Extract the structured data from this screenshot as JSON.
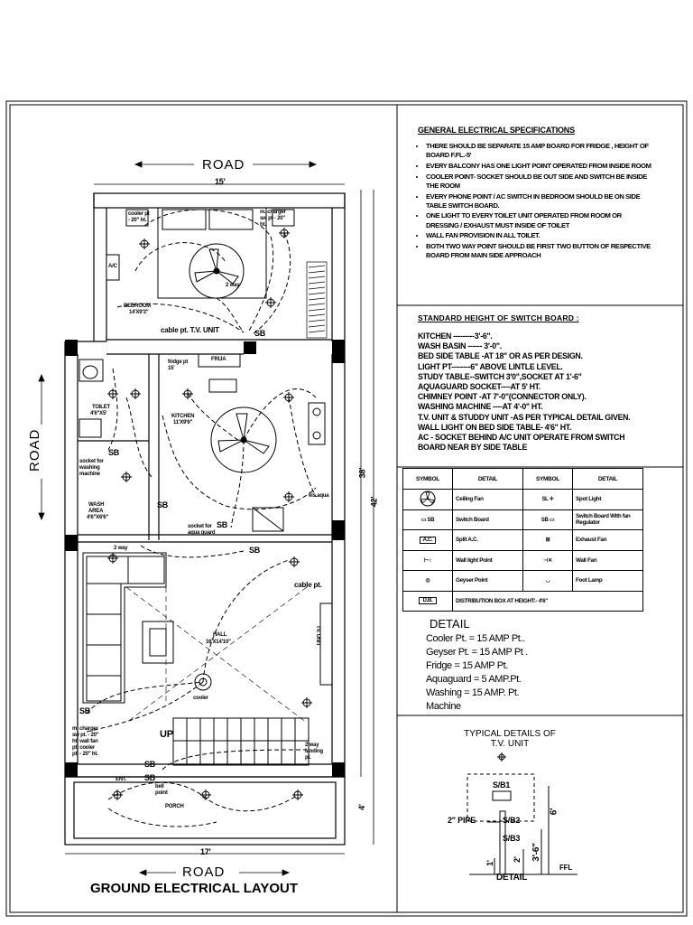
{
  "general_specs": {
    "title": "GENERAL ELECTRICAL  SPECIFICATIONS",
    "items": [
      "THERE SHOULD BE SEPARATE 15 AMP BOARD FOR FRIDGE , HEIGHT OF BOARD F.FL.-5'",
      "EVERY BALCONY HAS ONE LIGHT POINT OPERATED FROM INSIDE ROOM",
      "COOLER POINT- SOCKET SHOULD BE OUT SIDE AND SWITCH BE INSIDE THE ROOM",
      "EVERY PHONE POINT / AC SWITCH IN BEDROOM SHOULD BE ON SIDE TABLE SWITCH BOARD.",
      "ONE LIGHT TO EVERY TOILET UNIT OPERATED FROM ROOM OR DRESSING / EXHAUST MUST INSIDE OF TOILET",
      "WALL FAN PROVISION IN ALL TOILET.",
      "BOTH  TWO WAY POINT SHOULD BE FIRST TWO BUTTON OF RESPECTIVE BOARD FROM MAIN SIDE APPROACH"
    ]
  },
  "standard_height": {
    "title": "STANDARD  HEIGHT   OF SWITCH  BOARD  :",
    "items": [
      "KITCHEN ---------3'-6\".",
      "WASH BASIN ------ 3'-0\".",
      "BED SIDE TABLE -AT 18\" OR AS PER DESIGN.",
      "LIGHT PT--------6\" ABOVE LINTLE LEVEL.",
      "STUDY TABLE--SWITCH 3'0\",SOCKET AT 1'-6\"",
      "AQUAGUARD SOCKET----AT 5' HT.",
      "CHIMNEY POINT -AT 7'-0\"(CONNECTOR ONLY).",
      "WASHING MACHINE ----AT 4'-0\" HT.",
      "T.V. UNIT & STUDDY UNIT -AS PER TYPICAL DETAIL GIVEN.",
      "WALL LIGHT ON BED SIDE TABLE- 4'6\" HT.",
      "AC - SOCKET BEHIND A/C UNIT OPERATE FROM SWITCH BOARD NEAR BY SIDE TABLE"
    ]
  },
  "legend": {
    "headers": [
      "SYMBOL",
      "DETAIL",
      "SYMBOL",
      "DETAIL"
    ],
    "rows": [
      {
        "d1": "Ceiling Fan",
        "s2": "SL",
        "d2": "Spot Light"
      },
      {
        "s1": "SB",
        "d1": "Switch Board",
        "s2": "SB",
        "d2": "Switch Board With fan Regulator"
      },
      {
        "s1": "A.C.",
        "d1": "Split A.C.",
        "s2": "",
        "d2": "Exhaust Fan"
      },
      {
        "s1": "",
        "d1": "Wall light Point",
        "s2": "",
        "d2": "Wall Fan"
      },
      {
        "s1": "",
        "d1": "Geyser Point",
        "s2": "",
        "d2": "Foot Lamp"
      }
    ],
    "last_row": {
      "s1": "D.B.",
      "detail": "DISTRIBUTION BOX AT HEIGHT:-  4'6\""
    }
  },
  "detail": {
    "title": "DETAIL",
    "items": [
      "Cooler Pt. = 15 AMP  Pt..",
      "Geyser Pt. = 15 AMP Pt .",
      "Fridge   = 15 AMP Pt.",
      "Aquaguard = 5 AMP.Pt.",
      "Washing = 15 AMP. Pt.",
      "Machine"
    ]
  },
  "tv_unit": {
    "title_line1": "TYPICAL DETAILS OF",
    "title_line2": "T.V.  UNIT",
    "sb1": "S/B1",
    "sb2": "S/B2",
    "sb3": "S/B3",
    "pipe": "2\" PIPE",
    "dim_6": "6'",
    "dim_36": "3'-6\"",
    "dim_2": "2'",
    "dim_1": "1'",
    "ffl": "FFL",
    "caption": "DETAIL"
  },
  "plan": {
    "road_top": "ROAD",
    "road_left": "ROAD",
    "road_bottom": "ROAD",
    "dim_top": "15'",
    "dim_bottom": "17'",
    "dim_38": "38'",
    "dim_42": "42'",
    "dim_4": "4'",
    "caption": "GROUND ELECTRICAL LAYOUT",
    "bedroom_label": "BEDROOM",
    "bedroom_size": "14'X9'3\"",
    "kitchen_label": "KITCHEN",
    "kitchen_size": "11'X9'6\"",
    "toilet_label": "TOILET",
    "toilet_size": "4'6\"X5'",
    "wash_label": "WASH AREA",
    "wash_size": "4'6\"X6'6\"",
    "hall_label": "HALL",
    "hall_size": "16'X14'10\"",
    "porch_label": "PORCH",
    "ent_label": "ENT.",
    "up_label": "UP",
    "cable_pt_tv": "cable pt. T.V. UNIT",
    "cable_pt": "cable pt.",
    "tv_unit_vertical": "TV. UNIT",
    "fridge_pt": "fridge pt 15'",
    "fridge_box": "FRIJA",
    "socket_washing": "socket for washing machine",
    "socket_aqua": "socket for aqua guard",
    "els_aqua": "els.aqua",
    "cooler_pt": "cooler pt - 20\" ht.",
    "m_charger_top": "m. charger sw pt - 20\" ht.",
    "m_charger_hall": "m. charger sw pt. - 20\" ht. wall fan pt. cooler pt. - 20\" ht.",
    "two_way": "2 way",
    "two_way_landing": "2 way landing pt.",
    "bell_point": "bell point",
    "cooler": "cooler",
    "sb": "SB",
    "ac": "A/C"
  }
}
